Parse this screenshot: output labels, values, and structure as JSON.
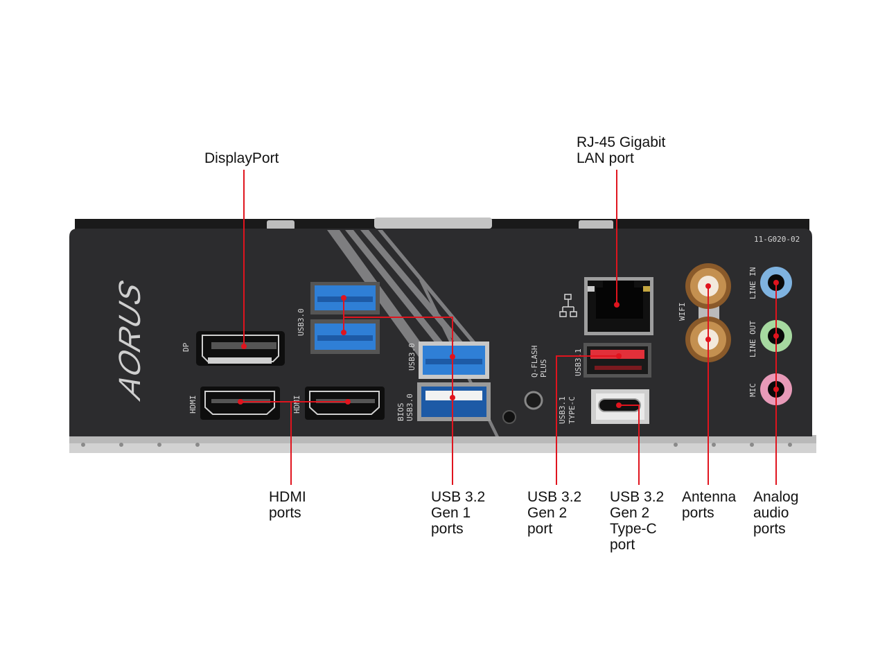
{
  "callouts": {
    "displayport": [
      "DisplayPort"
    ],
    "rj45": [
      "RJ-45 Gigabit",
      "LAN port"
    ],
    "hdmi": [
      "HDMI",
      "ports"
    ],
    "usb_gen1": [
      "USB 3.2",
      "Gen 1",
      "ports"
    ],
    "usb_gen2": [
      "USB 3.2",
      "Gen 2",
      "port"
    ],
    "usb_typec": [
      "USB 3.2",
      "Gen 2",
      "Type-C",
      "port"
    ],
    "antenna": [
      "Antenna",
      "ports"
    ],
    "audio": [
      "Analog",
      "audio",
      "ports"
    ]
  },
  "panel": {
    "brand_logo": "AORUS",
    "part_number": "11-G020-02",
    "silkscreen": {
      "dp": "DP",
      "hdmi1": "HDMI",
      "hdmi2": "HDMI",
      "usb30_left": "USB3.0",
      "usb30_right": "USB3.0",
      "bios_usb30": [
        "BIOS",
        "USB3.0"
      ],
      "qflash": [
        "Q-FLASH",
        "PLUS"
      ],
      "usb31": "USB3.1",
      "usb31_typec": [
        "USB3.1",
        "TYPE-C"
      ],
      "wifi": "WIFI",
      "line_in": "LINE IN",
      "line_out": "LINE OUT",
      "mic": "MIC"
    }
  },
  "colors": {
    "callout_line": "#e0141e",
    "usb30": "#2f7fd6",
    "usb31": "#e2303a",
    "line_in": "#7fb3e0",
    "line_out": "#a6d9a0",
    "mic": "#e89ab8"
  }
}
